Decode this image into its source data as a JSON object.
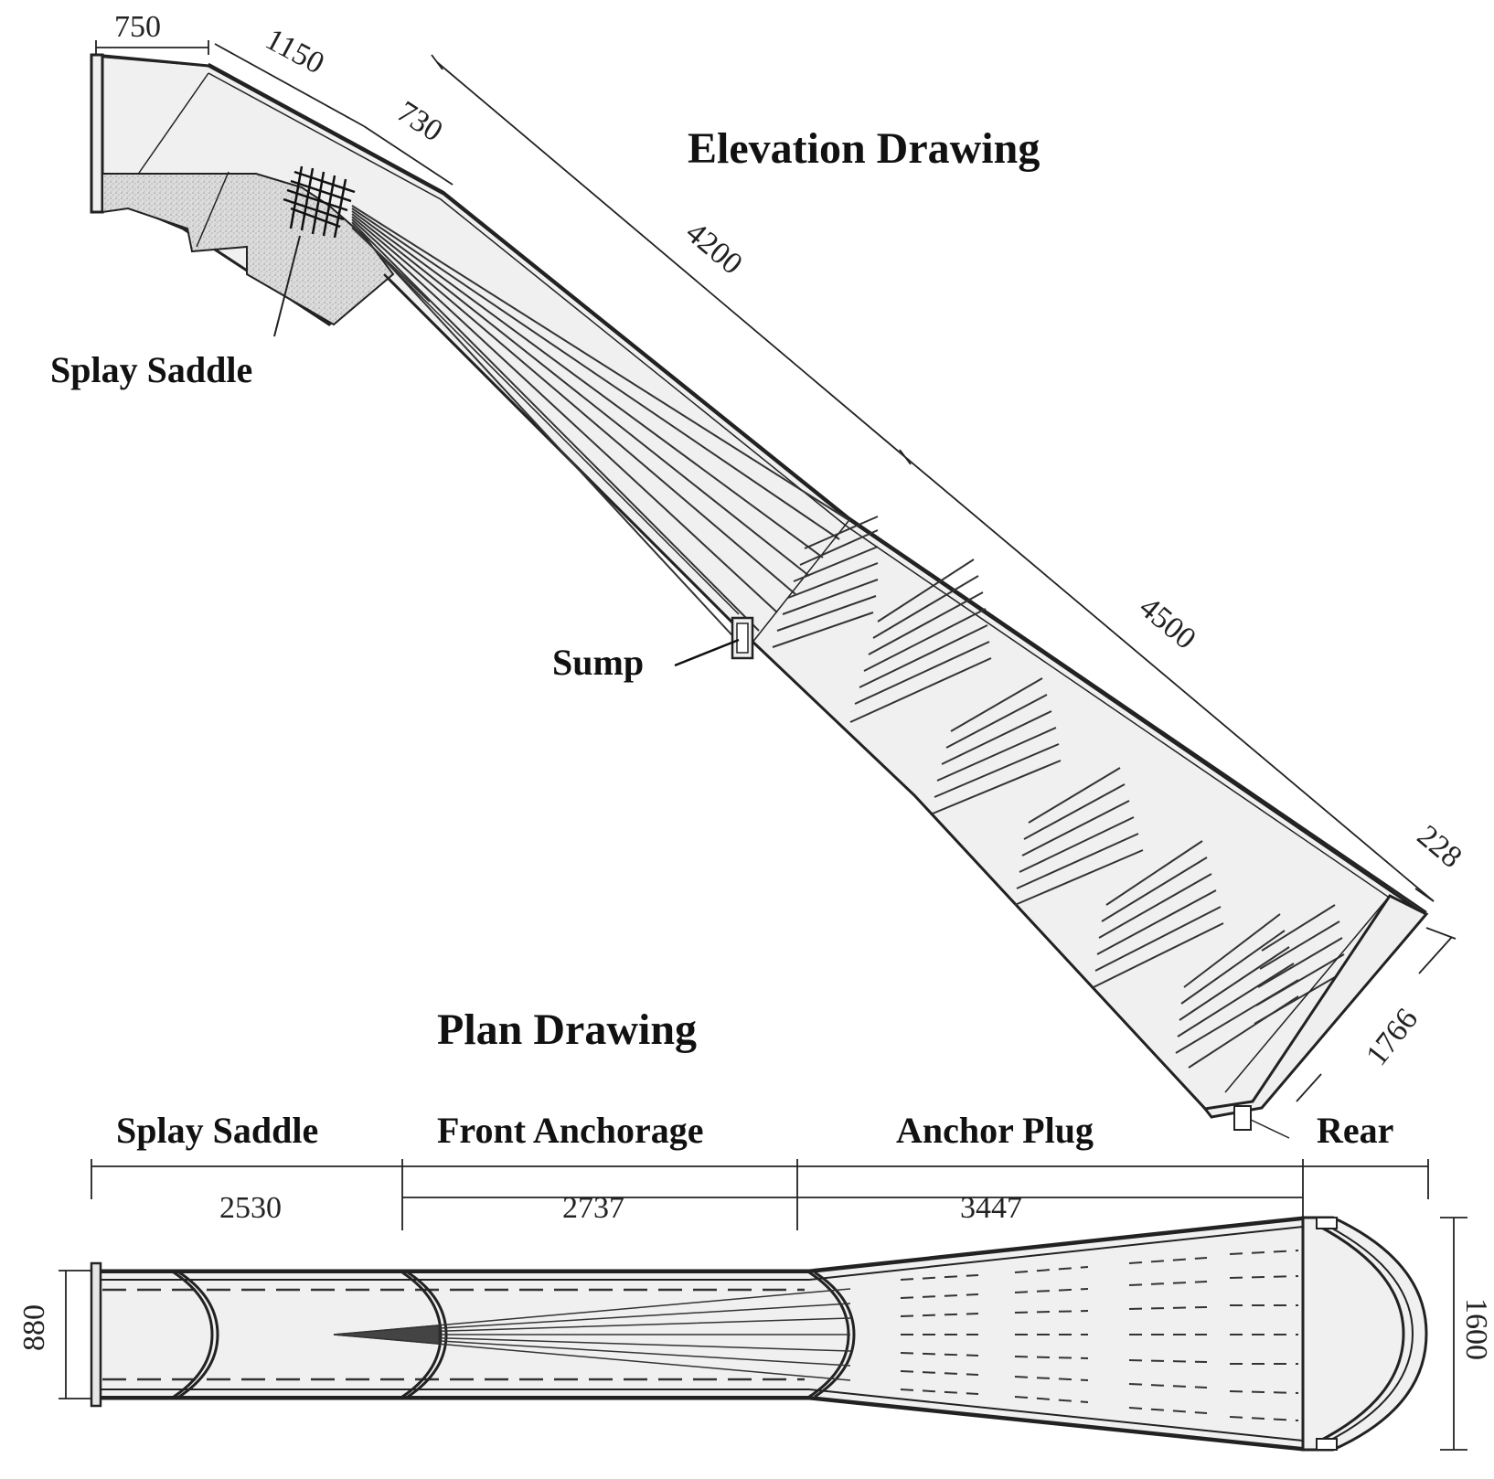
{
  "elevation": {
    "title": "Elevation Drawing",
    "dims": {
      "d750": "750",
      "d1150": "1150",
      "d730": "730",
      "d4200": "4200",
      "d4500": "4500",
      "d228": "228",
      "d1766": "1766"
    },
    "labels": {
      "splay_saddle": "Splay Saddle",
      "sump": "Sump"
    }
  },
  "plan": {
    "title": "Plan Drawing",
    "sections": {
      "splay_saddle": "Splay Saddle",
      "front_anchorage": "Front Anchorage",
      "anchor_plug": "Anchor Plug",
      "rear": "Rear"
    },
    "dims": {
      "d2530": "2530",
      "d2737": "2737",
      "d3447": "3447",
      "d880": "880",
      "d1600": "1600"
    }
  },
  "colors": {
    "fill": "#f0f0f0",
    "stroke": "#222222",
    "concrete": "#d8d8d8"
  }
}
